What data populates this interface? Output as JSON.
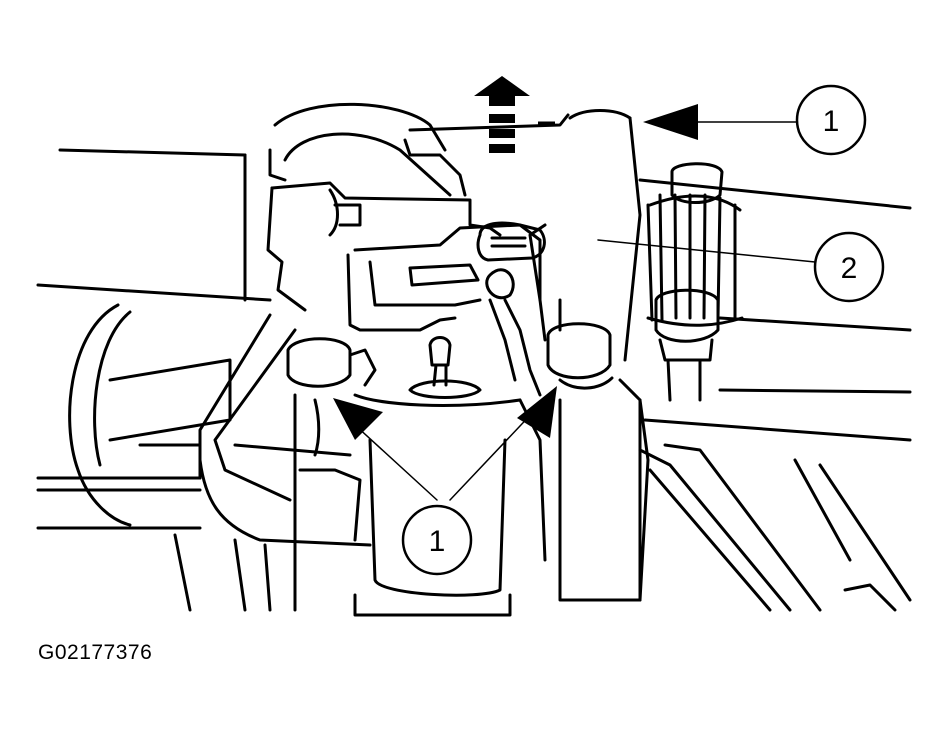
{
  "figure": {
    "code": "G02177376",
    "ink_color": "#000000",
    "paper_color": "#ffffff",
    "action_arrow": "up-arrow-icon",
    "callouts": [
      {
        "label": "1"
      },
      {
        "label": "2"
      },
      {
        "label": "1"
      }
    ]
  }
}
